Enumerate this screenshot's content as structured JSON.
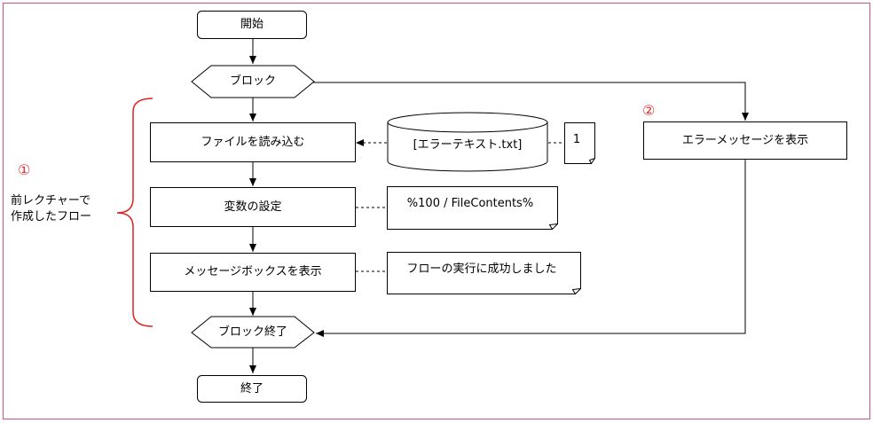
{
  "nodes": {
    "start": "開始",
    "block": "ブロック",
    "read_file": "ファイルを読み込む",
    "set_var": "変数の設定",
    "show_msgbox": "メッセージボックスを表示",
    "block_end": "ブロック終了",
    "end": "終了",
    "show_error": "エラーメッセージを表示",
    "data_file": "[エラーテキスト.txt]",
    "note_file": "1",
    "note_var": "%100 / FileContents%",
    "note_msg": "フローの実行に成功しました"
  },
  "annotations": {
    "mark_1": "①",
    "mark_2": "②",
    "side_line1": "前レクチャーで",
    "side_line2": "作成したフロー"
  },
  "colors": {
    "frame": "#d14f8a",
    "brace": "#e02020",
    "mark": "#e03030",
    "stroke": "#000000"
  }
}
